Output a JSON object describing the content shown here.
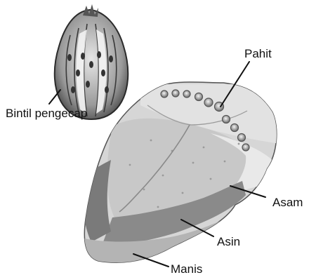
{
  "diagram": {
    "labels": {
      "taste_bud": "Bintil pengecap",
      "bitter": "Pahit",
      "sour": "Asam",
      "salty": "Asin",
      "sweet": "Manis"
    }
  }
}
